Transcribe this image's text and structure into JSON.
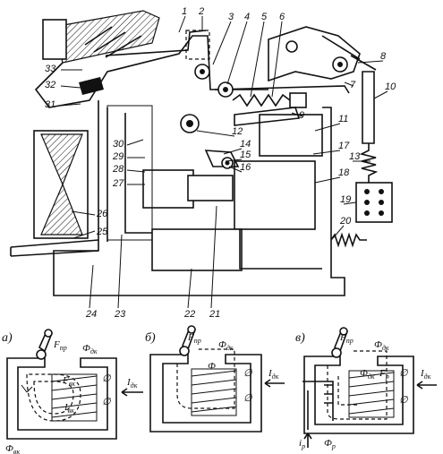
{
  "callouts": [
    "1",
    "2",
    "3",
    "4",
    "5",
    "6",
    "7",
    "8",
    "9",
    "10",
    "11",
    "12",
    "13",
    "14",
    "15",
    "16",
    "17",
    "18",
    "19",
    "20",
    "21",
    "22",
    "23",
    "24",
    "25",
    "26",
    "27",
    "28",
    "29",
    "30",
    "31",
    "32",
    "33"
  ],
  "panels": {
    "a": {
      "caption": "а)",
      "force": "F",
      "force_sub": "пр",
      "flux_main": "Ф",
      "flux_main_sub": "дк",
      "flux_vk": "F",
      "flux_vk_sub": "вк",
      "current": "I",
      "current_sub": "дк",
      "current_vk": "I",
      "current_vk_sub": "вк",
      "flux_bottom": "Ф",
      "flux_bottom_sub": "вк"
    },
    "b": {
      "caption": "б)",
      "force": "F",
      "force_sub": "пр",
      "flux_main": "Ф",
      "flux_main_sub": "дк",
      "flux_inner": "Ф",
      "current": "I",
      "current_sub": "дк"
    },
    "c": {
      "caption": "в)",
      "force": "F",
      "force_sub": "пр",
      "flux_main": "Ф",
      "flux_main_sub": "дк",
      "flux_inner": "Ф",
      "flux_inner_sub": "дк",
      "flux_p": "F",
      "flux_p_sub": "р",
      "current": "I",
      "current_sub": "дк",
      "current_p": "i",
      "current_p_sub": "р",
      "flux_bottom": "Ф",
      "flux_bottom_sub": "р"
    }
  }
}
